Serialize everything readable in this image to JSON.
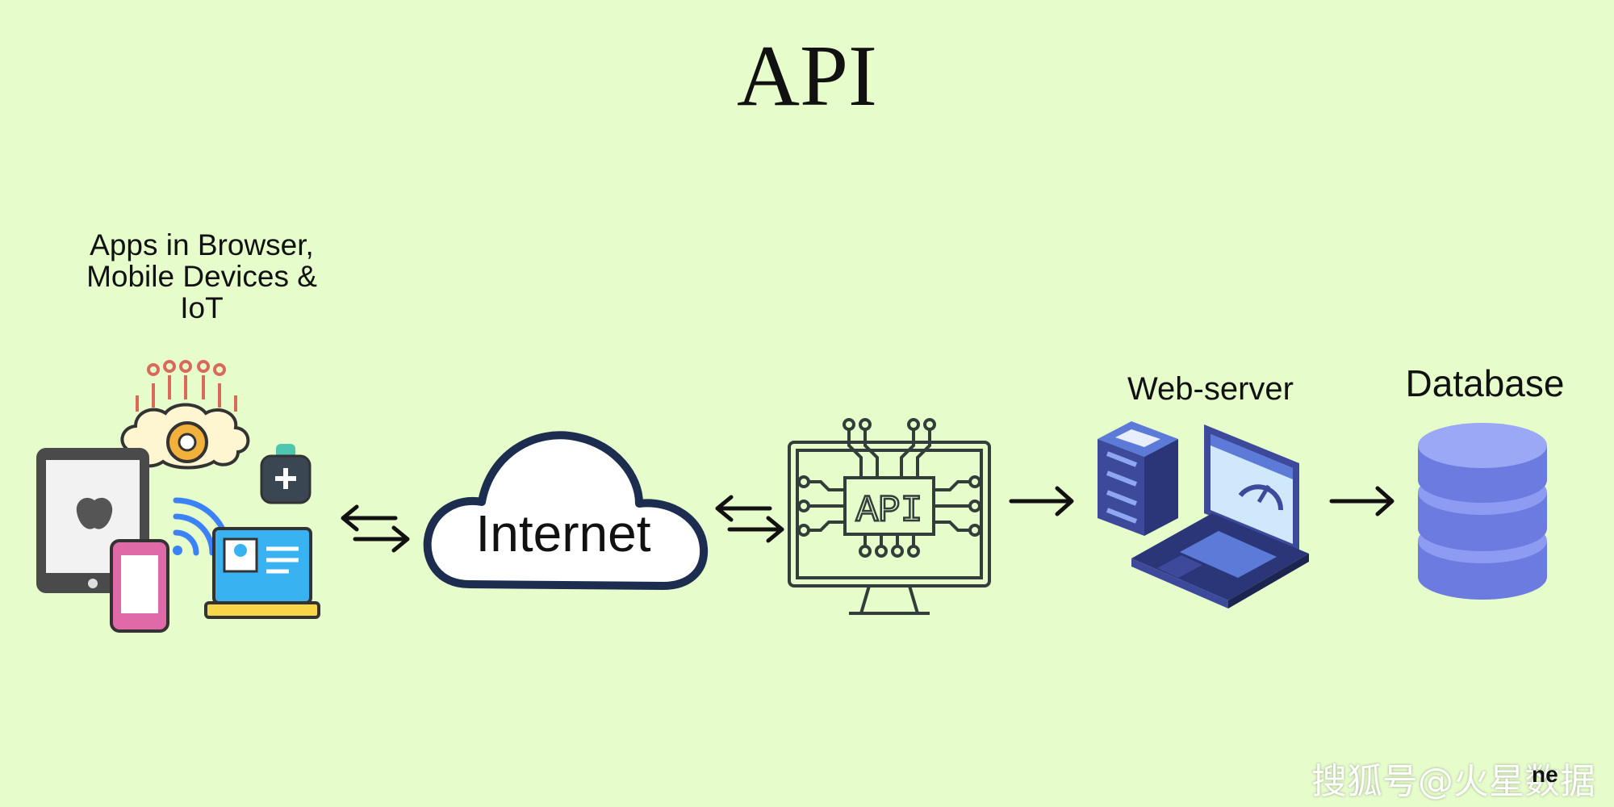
{
  "diagram": {
    "title": "API",
    "nodes": [
      {
        "id": "clients",
        "label": "Apps in Browser,\nMobile Devices &\nIoT",
        "icon": "devices-iot-icon"
      },
      {
        "id": "internet",
        "label": "Internet",
        "icon": "cloud-icon"
      },
      {
        "id": "api",
        "label": "API",
        "icon": "api-monitor-icon"
      },
      {
        "id": "webserver",
        "label": "Web-server",
        "icon": "server-laptop-icon"
      },
      {
        "id": "database",
        "label": "Database",
        "icon": "database-icon"
      }
    ],
    "edges": [
      {
        "from": "clients",
        "to": "internet",
        "direction": "bidirectional"
      },
      {
        "from": "internet",
        "to": "api",
        "direction": "bidirectional"
      },
      {
        "from": "api",
        "to": "webserver",
        "direction": "forward"
      },
      {
        "from": "webserver",
        "to": "database",
        "direction": "forward"
      }
    ]
  },
  "watermark": "搜狐号@火星数据",
  "logo_fragment": "ne",
  "colors": {
    "background": "#e6fccb",
    "text": "#111111",
    "cloud_stroke": "#1c2d4f",
    "monitor_stroke": "#333d3a",
    "database": "#7f8ff0",
    "server": "#3d4a9c"
  }
}
